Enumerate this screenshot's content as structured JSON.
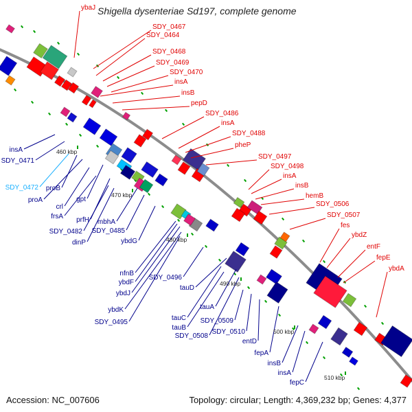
{
  "title": "Shigella dysenteriae Sd197, complete genome",
  "accession": "Accession: NC_007606",
  "summary": "Topology: circular; Length: 4,369,232 bp; Genes: 4,377",
  "colors": {
    "forward_label": "#e00000",
    "reverse_label": "#00008b",
    "rna_label": "#1ab0ff",
    "backbone": "#8c8c8c",
    "tick": "#00a000"
  },
  "kbp_markers": [
    "460 kbp",
    "470 kbp",
    "480 kbp",
    "490 kbp",
    "500 kbp",
    "510 kbp"
  ],
  "forward_labels": [
    "ybaJ",
    "SDY_0467",
    "SDY_0464",
    "SDY_0468",
    "SDY_0469",
    "SDY_0470",
    "insA",
    "insB",
    "pepD",
    "SDY_0486",
    "insA",
    "SDY_0488",
    "pheP",
    "SDY_0497",
    "SDY_0498",
    "insA",
    "insB",
    "hemB",
    "SDY_0506",
    "SDY_0507",
    "fes",
    "ybdZ",
    "entF",
    "fepE",
    "ybdA"
  ],
  "reverse_labels": [
    "insA",
    "SDY_0471",
    "SDY_0472",
    "proB",
    "proA",
    "crl",
    "gpt",
    "frsA",
    "prfH",
    "mbhA",
    "SDY_0482",
    "SDY_0485",
    "dinP",
    "ybdG",
    "nfnB",
    "ybdF",
    "SDY_0496",
    "ybdJ",
    "ybdK",
    "SDY_0495",
    "tauD",
    "tauA",
    "tauC",
    "tauB",
    "SDY_0509",
    "SDY_0508",
    "SDY_0510",
    "entD",
    "fepA",
    "insB",
    "insA",
    "fepC"
  ]
}
